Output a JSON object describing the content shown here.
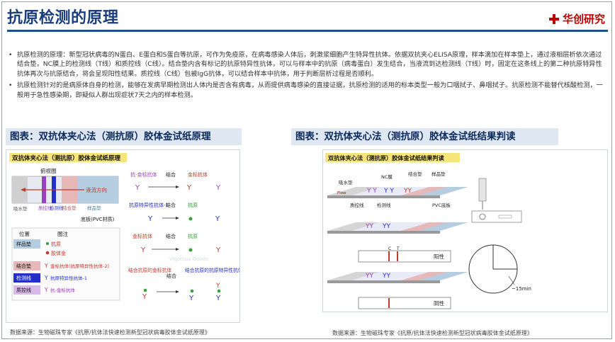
{
  "header": {
    "title": "抗原检测的原理",
    "logo_text": "华创研究"
  },
  "bullets": [
    "抗原检测的原理：新型冠状病毒的N蛋白、E蛋白和S蛋白等抗原，可作为免疫原，在病毒感染人体后，刺激浆细胞产生特异性抗体。依据双抗夹心ELISA原理，样本滴加在样本垫上，通过液相层析依次通过结合垫，NC膜上的检测线（T线）和质控线（C线）。结合垫内含有标记的抗原特异性抗体，可以与样本中的抗原（病毒蛋白）发生结合，当液流到达检测线（T线）时，固定在这条线上的第二种抗原特异性抗体再次与抗原结合，将会呈现阳性结果。质控线（C线）包被IgG抗体，可以结合样本中抗体，用于判断层析过程是否顺利。",
    "抗原检测针对的是病原体自身的检测，能够在发病早期检测出人体内是否含有病毒，从而提供病毒感染的直接证据，抗原检测的适用的标本类型一般为口咽拭子、鼻咽拭子。抗原检测不能替代核酸检测，一般用于急性感染期，即疑似人群出现症状7天之内的样本检测。"
  ],
  "left_figure": {
    "heading": "图表：双抗体夹心法（测抗原）胶体金试纸原理",
    "inner_title": "双抗体夹心法（测抗原）胶体金试纸原理",
    "top_view_label": "俯视图",
    "flow_direction": "液流方向",
    "strip_zones": [
      "吸水垫",
      "质控线",
      "检测线",
      "结合垫",
      "样品垫"
    ],
    "base_label": "底板(PVC材质)",
    "legend_headers": {
      "position": "位置",
      "legend": "图注"
    },
    "legend_rows": [
      {
        "position": "样品垫",
        "items": [
          "抗原",
          "胶体金"
        ]
      },
      {
        "position": "结合垫",
        "items": [
          "金标抗体(抗原特异性抗体-2)"
        ]
      },
      {
        "position": "检测线",
        "items": [
          "抗原特异性抗体-1"
        ]
      },
      {
        "position": "质控线",
        "items": [
          "抗-金标抗体"
        ]
      }
    ],
    "reactions": [
      {
        "left": "抗-金标抗体",
        "mid": "结合",
        "right": "金标抗体"
      },
      {
        "left": "抗原特异性抗体-1",
        "mid": "结合",
        "right": "抗原"
      },
      {
        "left": "金标抗体",
        "mid": "结合",
        "right": "抗原"
      },
      {
        "left": "结合抗原的金标抗体",
        "mid": "结合",
        "right": "结合抗原的抗原特异性抗体"
      }
    ],
    "watermark": "Vigorous Goods",
    "source": "数据来源：生物磁珠专家《抗原/抗体法快速检测新型冠状病毒胶体金试纸原理》"
  },
  "right_figure": {
    "heading": "图表：双抗体夹心法（测抗原）胶体金试纸结果判读",
    "inner_title": "双抗体夹心法（测抗原）胶体金试纸结果判读",
    "strip_labels": [
      "吸水垫",
      "NC膜",
      "结合垫",
      "样品垫",
      "质控线",
      "检测线",
      "PVC底板"
    ],
    "flow_label": "Flow",
    "result_positive": "阳性",
    "result_negative": "阴性",
    "c_mark": "C",
    "t_mark": "T",
    "timer_label": "~15min",
    "source": "数据来源：生物磁珠专家《抗原/抗体法快速检测新型冠状病毒胶体金试纸原理》"
  },
  "colors": {
    "title": "#1a3d7c",
    "logo": "#c00000",
    "fig_heading_bg": "#dfe7f3",
    "inner_title_bg": "#f6e57a",
    "sample_pad": "#b5cde0",
    "conjugate_pad": "#e7b8b8",
    "test_line": "#2230c8",
    "control_line": "#9b3fc2",
    "absorbent": "#cfcfcf"
  }
}
